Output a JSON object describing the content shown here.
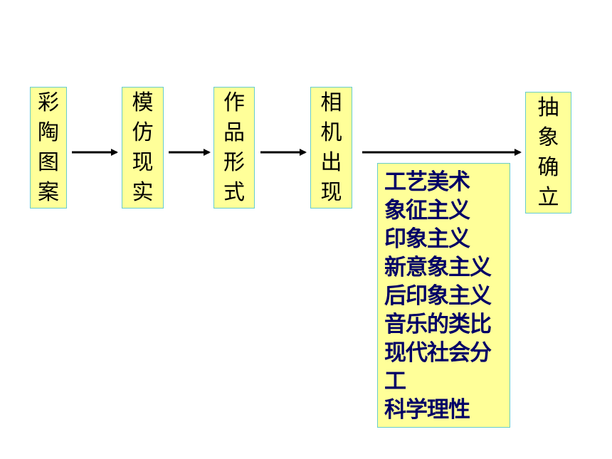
{
  "nodes": [
    {
      "id": "box-1",
      "chars": [
        "彩",
        "陶",
        "图",
        "案"
      ]
    },
    {
      "id": "box-2",
      "chars": [
        "模",
        "仿",
        "现",
        "实"
      ]
    },
    {
      "id": "box-3",
      "chars": [
        "作",
        "品",
        "形",
        "式"
      ]
    },
    {
      "id": "box-4",
      "chars": [
        "相",
        "机",
        "出",
        "现"
      ]
    },
    {
      "id": "box-5",
      "chars": [
        "抽",
        "象",
        "确",
        "立"
      ]
    }
  ],
  "factors": {
    "lines": [
      "工艺美术",
      "象征主义",
      "印象主义",
      "新意象主义",
      "后印象主义",
      "音乐的类比",
      "现代社会分",
      "工",
      "科学理性"
    ]
  },
  "colors": {
    "box_fill": "#ffff99",
    "box_border": "#66cccc",
    "factor_text": "#000066",
    "arrow": "#000000"
  }
}
